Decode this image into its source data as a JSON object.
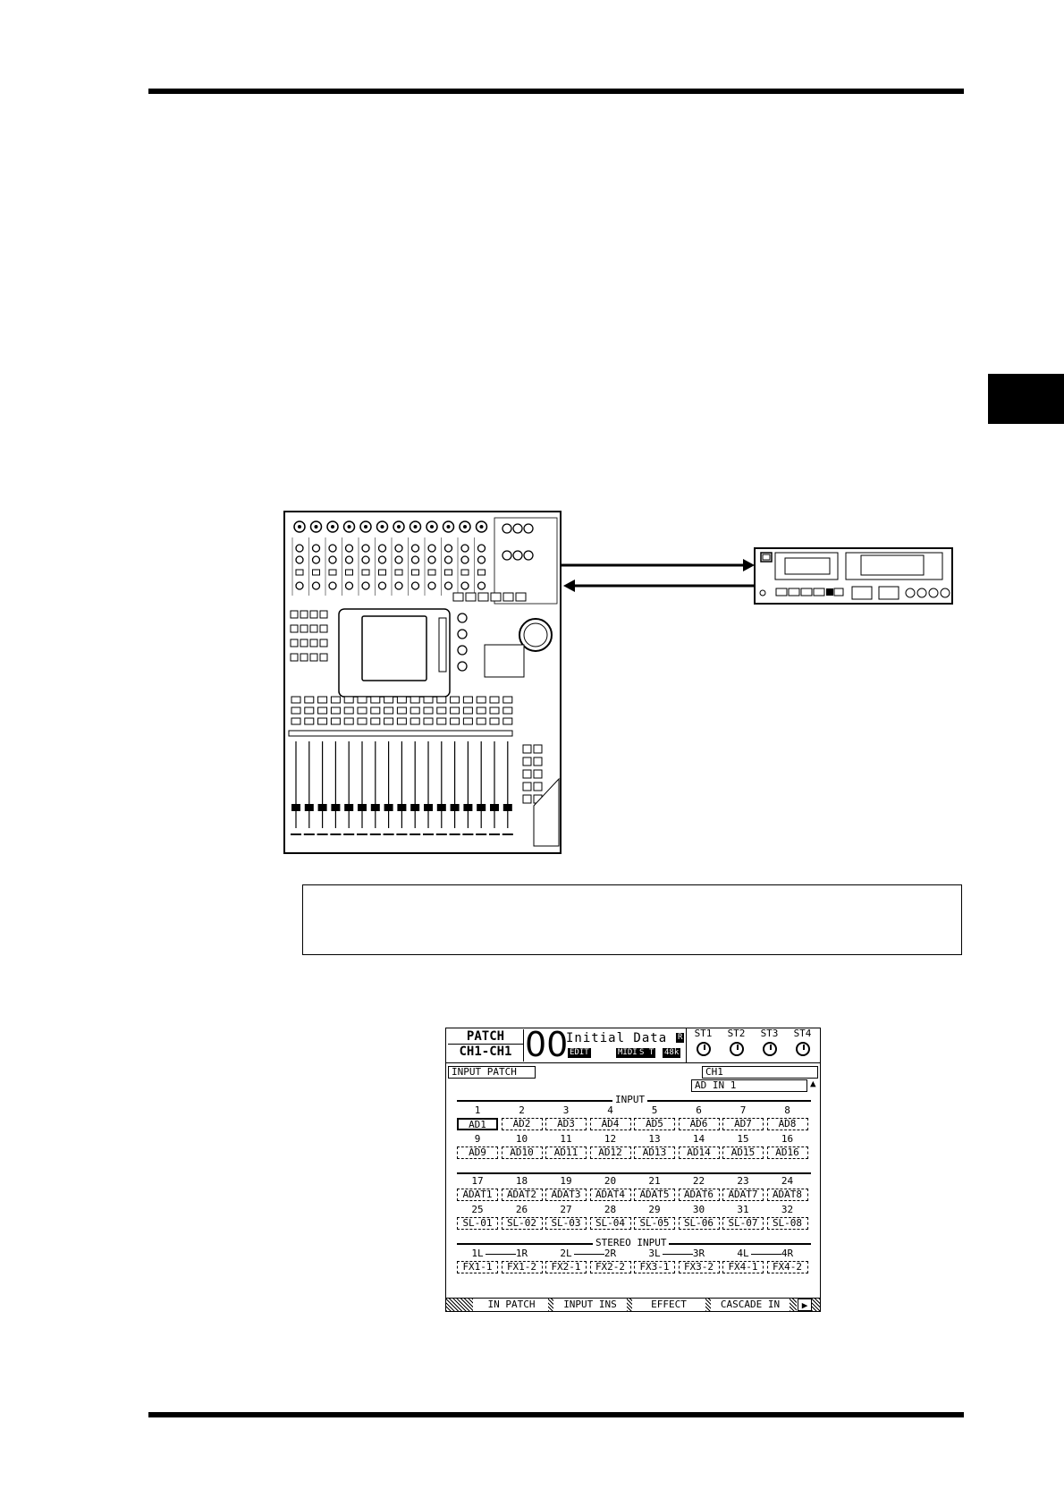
{
  "lcd": {
    "title_top": "PATCH",
    "title_bottom": "CH1-CH1",
    "scene_number": "00",
    "scene_name": "Initial Data",
    "badges": [
      "R",
      "EDIT",
      "MIDI",
      "S T",
      "48k"
    ],
    "sti_labels": [
      "ST1",
      "ST2",
      "ST3",
      "ST4"
    ],
    "input_patch_label": "INPUT PATCH",
    "channel_name": "CH1",
    "source_name": "AD IN 1",
    "input_section_title": "INPUT",
    "input_numbers": [
      "1",
      "2",
      "3",
      "4",
      "5",
      "6",
      "7",
      "8",
      "9",
      "10",
      "11",
      "12",
      "13",
      "14",
      "15",
      "16",
      "17",
      "18",
      "19",
      "20",
      "21",
      "22",
      "23",
      "24",
      "25",
      "26",
      "27",
      "28",
      "29",
      "30",
      "31",
      "32"
    ],
    "input_sources": [
      "AD1",
      "AD2",
      "AD3",
      "AD4",
      "AD5",
      "AD6",
      "AD7",
      "AD8",
      "AD9",
      "AD10",
      "AD11",
      "AD12",
      "AD13",
      "AD14",
      "AD15",
      "AD16",
      "ADAT1",
      "ADAT2",
      "ADAT3",
      "ADAT4",
      "ADAT5",
      "ADAT6",
      "ADAT7",
      "ADAT8",
      "SL-01",
      "SL-02",
      "SL-03",
      "SL-04",
      "SL-05",
      "SL-06",
      "SL-07",
      "SL-08"
    ],
    "stereo_section_title": "STEREO INPUT",
    "stereo_numbers": [
      "1L",
      "1R",
      "2L",
      "2R",
      "3L",
      "3R",
      "4L",
      "4R"
    ],
    "stereo_sources": [
      "FX1-1",
      "FX1-2",
      "FX2-1",
      "FX2-2",
      "FX3-1",
      "FX3-2",
      "FX4-1",
      "FX4-2"
    ],
    "tabs": [
      "IN PATCH",
      "INPUT INS",
      "EFFECT",
      "CASCADE IN"
    ]
  }
}
